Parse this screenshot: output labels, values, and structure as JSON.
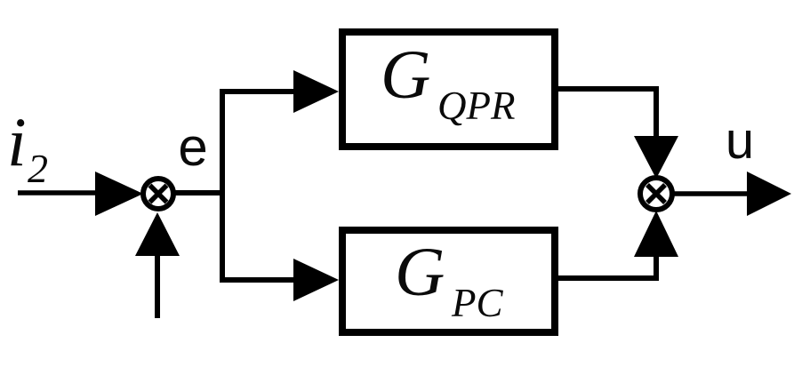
{
  "diagram": {
    "type": "control-block-diagram",
    "background_color": "#ffffff",
    "line_color": "#000000",
    "input_label": {
      "main": "i",
      "sub": "2"
    },
    "error_label": "e",
    "output_label": "u",
    "blocks": [
      {
        "id": "g-qpr",
        "main": "G",
        "sub": "QPR"
      },
      {
        "id": "g-pc",
        "main": "G",
        "sub": "PC"
      }
    ],
    "summing_junctions": [
      {
        "id": "sum-left",
        "operator": "multiply-circle"
      },
      {
        "id": "sum-right",
        "operator": "multiply-circle"
      }
    ]
  }
}
